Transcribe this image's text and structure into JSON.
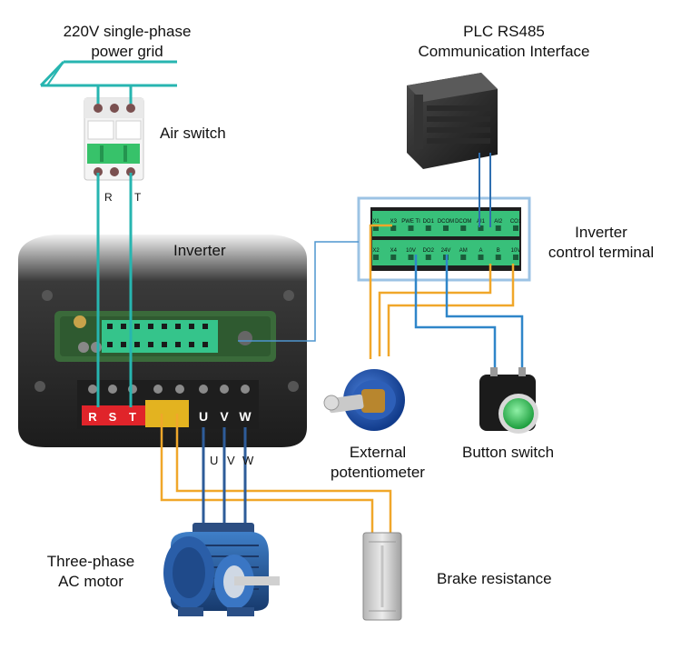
{
  "labels": {
    "grid_line1": "220V single-phase",
    "grid_line2": "power grid",
    "air_switch": "Air switch",
    "inverter": "Inverter",
    "plc_line1": "PLC RS485",
    "plc_line2": "Communication Interface",
    "control_line1": "Inverter",
    "control_line2": "control terminal",
    "pot_line1": "External",
    "pot_line2": "potentiometer",
    "button_switch": "Button switch",
    "motor_line1": "Three-phase",
    "motor_line2": "AC motor",
    "brake": "Brake resistance",
    "breaker_r": "R",
    "breaker_t": "T",
    "out_u": "U",
    "out_v": "V",
    "out_w": "W"
  },
  "inverter_terminals": {
    "input": [
      "R",
      "S",
      "T"
    ],
    "output": [
      "U",
      "V",
      "W"
    ]
  },
  "control_terminals": {
    "top_row": [
      "X1",
      "X3",
      "PWE TI",
      "DO1",
      "DCOM",
      "DCOM",
      "AI1",
      "AI2",
      "CO1"
    ],
    "bottom_row": [
      "X2",
      "X4",
      "10V",
      "DO2",
      "24V",
      "AM",
      "A",
      "B",
      "10V"
    ]
  },
  "colors": {
    "power_wire": "#27b5b0",
    "control_wire": "#f0a72a",
    "signal_wire": "#2f86c9",
    "motor_wire": "#2e5c99",
    "terminal_green": "#35c48b",
    "inverter_body": "#2b2b2b"
  },
  "icons": {
    "plc": "plc-module-icon",
    "breaker": "air-switch-icon",
    "potentiometer": "potentiometer-icon",
    "button": "push-button-icon",
    "motor": "motor-icon",
    "brake": "brake-resistor-icon"
  }
}
